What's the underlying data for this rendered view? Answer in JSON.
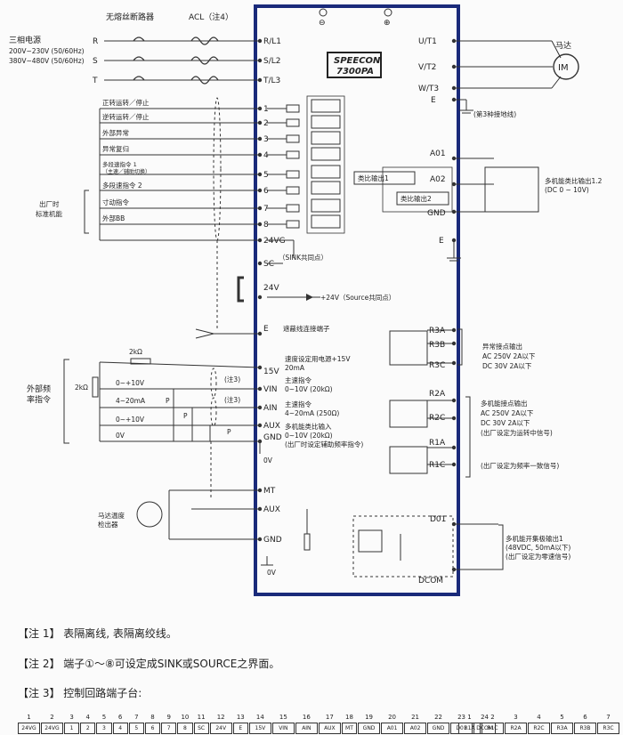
{
  "labels": {
    "breaker": "无熔丝断路器",
    "acl": "ACL（注4）",
    "power_title": "三相电源",
    "power_v1": "200V~230V (50/60Hz)",
    "power_v2": "380V~480V (50/60Hz)",
    "in_r": "R",
    "in_s": "S",
    "in_t": "T",
    "t_rl1": "R/L1",
    "t_sl2": "S/L2",
    "t_tl3": "T/L3",
    "brand_1": "SPEECON",
    "brand_2": "7300PA",
    "t_ut1": "U/T1",
    "t_vt2": "V/T2",
    "t_wt3": "W/T3",
    "t_e": "E",
    "motor": "马达",
    "im": "IM",
    "ground3": "(第3种接地线)",
    "fwd": "正转运转／停止",
    "rev": "逆转运转／停止",
    "ext_fault": "外部异常",
    "fault_reset": "异常复归",
    "ms1": "多段速指令 1",
    "ms1_sub": "（主速／辅助切换）",
    "ms2": "多段速指令 2",
    "jog": "寸动指令",
    "ext_bb": "外部BB",
    "factory": "出厂时",
    "factory2": "标准机能",
    "t1": "1",
    "t2": "2",
    "t3": "3",
    "t4": "4",
    "t5": "5",
    "t6": "6",
    "t7": "7",
    "t8": "8",
    "t_24vg": "24VG",
    "t_sc": "SC",
    "sink": "（SINK共同点）",
    "t_24v": "24V",
    "source": "+24V（Source共同点）",
    "t_e2": "E",
    "shield": "遮蔽线连接端子",
    "r2k": "2kΩ",
    "r2k2": "2kΩ",
    "ext_freq": "外部频",
    "ext_freq2": "率指令",
    "v0_10": "0~+10V",
    "ma4_20": "4~20mA",
    "v0_10b": "0~+10V",
    "v0": "0V",
    "p1": "P",
    "p2": "P",
    "p3": "P",
    "note3a": "(注3)",
    "note3b": "(注3)",
    "t_15v": "15V",
    "t_vin": "VIN",
    "t_ain": "AIN",
    "t_aux": "AUX",
    "t_gnd": "GND",
    "gnd0v": "0V",
    "psu": "速度设定用电源+15V",
    "psu2": "20mA",
    "main_speed": "主速指令",
    "main_speed2": "0~10V (20kΩ)",
    "main_speed3": "主速指令",
    "main_speed4": "4~20mA (250Ω)",
    "mf_in": "多机能类比输入",
    "mf_in2": "0~10V (20kΩ)",
    "mf_in3": "(出厂时设定辅助频率指令)",
    "a01": "A01",
    "a02": "A02",
    "agnd": "GND",
    "ae": "E",
    "ana_out1": "类比输出1",
    "ana_out2": "类比输出2",
    "mf_ana": "多机能类比输出1.2",
    "mf_ana2": "(DC 0 ~ 10V)",
    "r3a": "R3A",
    "r3b": "R3B",
    "r3c": "R3C",
    "fault_out": "异常接点输出",
    "fault_out2": "AC 250V 2A以下",
    "fault_out3": "DC 30V 2A以下",
    "r2a": "R2A",
    "r2c": "R2C",
    "r1a": "R1A",
    "r1c": "R1C",
    "mf_contact": "多机能接点输出",
    "mf_contact2": "AC 250V 2A以下",
    "mf_contact3": "DC 30V 2A以下",
    "mf_contact4": "(出厂设定为运转中信号)",
    "mf_contact5": "(出厂设定为频率一致信号)",
    "mt": "MT",
    "aux2": "AUX",
    "gnd2": "GND",
    "ov2": "0V",
    "thermal": "马达温度",
    "thermal2": "检出器",
    "d01": "D01",
    "dcom": "DCOM",
    "oc_out": "多机能开集极输出1",
    "oc_out2": "(48VDC, 50mA以下)",
    "oc_out3": "(出厂设定为零速信号)",
    "minus": "⊖",
    "plus": "⊕"
  },
  "notes": {
    "n1": "【注 1】 表隔离线,  表隔离绞线。",
    "n2": "【注 2】 端子①～⑧可设定成SINK或SOURCE之界面。",
    "n3": "【注 3】 控制回路端子台:"
  },
  "terminal_strip": {
    "left": [
      {
        "n": "1",
        "l": "24VG"
      },
      {
        "n": "2",
        "l": "24VG"
      },
      {
        "n": "3",
        "l": "1"
      },
      {
        "n": "4",
        "l": "2"
      },
      {
        "n": "5",
        "l": "3"
      },
      {
        "n": "6",
        "l": "4"
      },
      {
        "n": "7",
        "l": "5"
      },
      {
        "n": "8",
        "l": "6"
      },
      {
        "n": "9",
        "l": "7"
      },
      {
        "n": "10",
        "l": "8"
      },
      {
        "n": "11",
        "l": "SC"
      },
      {
        "n": "12",
        "l": "24V"
      },
      {
        "n": "13",
        "l": "E"
      },
      {
        "n": "14",
        "l": "15V"
      },
      {
        "n": "15",
        "l": "VIN"
      },
      {
        "n": "16",
        "l": "AIN"
      },
      {
        "n": "17",
        "l": "AUX"
      },
      {
        "n": "18",
        "l": "MT"
      },
      {
        "n": "19",
        "l": "GND"
      },
      {
        "n": "20",
        "l": "A01"
      },
      {
        "n": "21",
        "l": "A02"
      },
      {
        "n": "22",
        "l": "GND"
      },
      {
        "n": "23",
        "l": "D01"
      },
      {
        "n": "24",
        "l": "DCOM"
      }
    ],
    "right": [
      {
        "n": "1",
        "l": "R1A"
      },
      {
        "n": "2",
        "l": "R1C"
      },
      {
        "n": "3",
        "l": "R2A"
      },
      {
        "n": "4",
        "l": "R2C"
      },
      {
        "n": "5",
        "l": "R3A"
      },
      {
        "n": "6",
        "l": "R3B"
      },
      {
        "n": "7",
        "l": "R3C"
      }
    ]
  }
}
